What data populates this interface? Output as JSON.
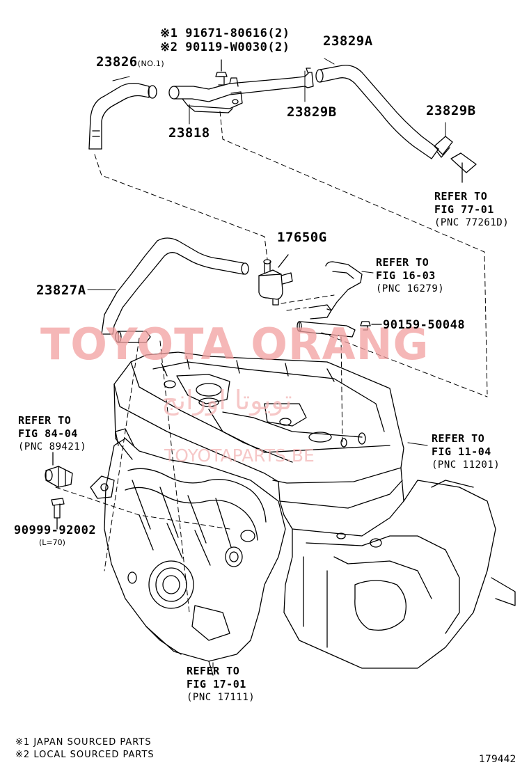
{
  "callouts": {
    "note1_marker": "※1",
    "note2_marker": "※2",
    "bolt_91671": "91671-80616(2)",
    "bolt_90119": "90119-W0030(2)",
    "hose_23826": "23826",
    "hose_23826_sub": "(NO.1)",
    "pipe_23818": "23818",
    "hose_23829a": "23829A",
    "clamp_23829b_left": "23829B",
    "clamp_23829b_right": "23829B",
    "valve_17650g": "17650G",
    "hose_23827a": "23827A",
    "bolt_90159": "90159-50048",
    "clip_90999": "90999-92002",
    "clip_90999_sub": "(L=70)"
  },
  "references": {
    "fig77": {
      "line1": "REFER TO",
      "line2": "FIG 77-01",
      "line3": "(PNC 77261D)"
    },
    "fig16": {
      "line1": "REFER TO",
      "line2": "FIG 16-03",
      "line3": "(PNC 16279)"
    },
    "fig84": {
      "line1": "REFER TO",
      "line2": "FIG 84-04",
      "line3": "(PNC 89421)"
    },
    "fig11": {
      "line1": "REFER TO",
      "line2": "FIG 11-04",
      "line3": "(PNC 11201)"
    },
    "fig17": {
      "line1": "REFER TO",
      "line2": "FIG 17-01",
      "line3": "(PNC 17111)"
    }
  },
  "notes": [
    {
      "marker": "※1",
      "text": "JAPAN SOURCED PARTS"
    },
    {
      "marker": "※2",
      "text": "LOCAL SOURCED PARTS"
    }
  ],
  "figure_id": "179442",
  "watermark": {
    "brand": "TOYOTA ORANG",
    "arabic": "تويوتا اورانج",
    "site": "TOYOTAPARTS.BE",
    "color": "#f2a0a0"
  }
}
